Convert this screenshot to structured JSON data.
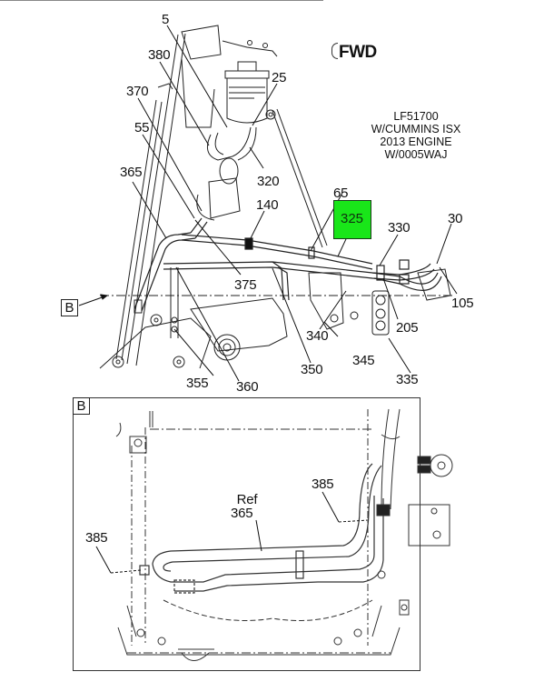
{
  "diagram": {
    "direction_indicator": "FWD",
    "config_note": [
      "LF51700",
      "W/CUMMINS ISX",
      "2013 ENGINE",
      "W/0005WAJ"
    ],
    "highlight_color": "#19e619",
    "highlighted_part": "325",
    "main_view": {
      "view_reference_tag": "B",
      "callouts": {
        "c5": "5",
        "c380": "380",
        "c25": "25",
        "c370": "370",
        "c55": "55",
        "c320": "320",
        "c365": "365",
        "c140": "140",
        "c65": "65",
        "c325": "325",
        "c330": "330",
        "c30": "30",
        "c375": "375",
        "c105": "105",
        "c205": "205",
        "c340": "340",
        "c345": "345",
        "c350": "350",
        "c355": "355",
        "c360": "360",
        "c335": "335"
      }
    },
    "detail_view": {
      "tag": "B",
      "callouts": {
        "ref_label": "Ref",
        "ref_part": "365",
        "c385_left": "385",
        "c385_right": "385"
      }
    }
  }
}
